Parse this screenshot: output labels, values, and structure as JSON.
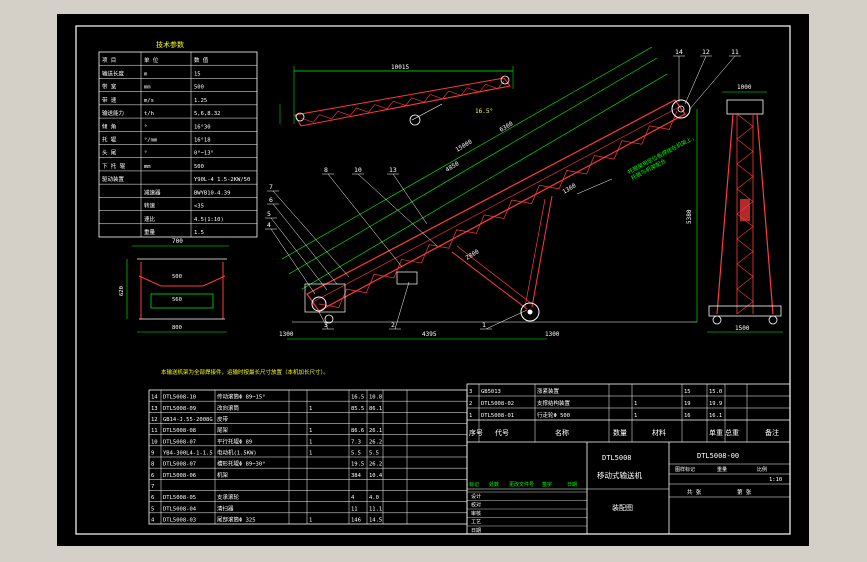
{
  "drawing": {
    "params_title": "技术参数",
    "params_rows": [
      [
        "项 目",
        "单 位",
        "数 值"
      ],
      [
        "输送长度",
        "m",
        "15"
      ],
      [
        "带 宽",
        "mm",
        "500"
      ],
      [
        "带 速",
        "m/s",
        "1.25"
      ],
      [
        "输送能力",
        "t/h",
        "5,6,8.32"
      ],
      [
        "倾 角",
        "°",
        "16°30"
      ],
      [
        "托 辊",
        "°/mm",
        "16°18"
      ],
      [
        "头 尾",
        "°",
        "0°~13°"
      ],
      [
        "下 托 辊",
        "mm",
        "500"
      ],
      [
        "驱动装置",
        "",
        "Y90L-4 1.5-2KW/50"
      ],
      [
        "",
        "减速器",
        "BWYB10-4.39"
      ],
      [
        "",
        "转速",
        "<35"
      ],
      [
        "",
        "速比",
        "4.5(1:10)"
      ],
      [
        "",
        "重量",
        "1.5"
      ]
    ],
    "note": "本输送机架为全部焊接件，运输时按最长尺寸放置（本机加长尺寸）。",
    "callout_text": "托辊架用定位板焊接在机架上，\n托辊与机架配合",
    "part_numbers": [
      "1",
      "2",
      "3",
      "4",
      "5",
      "6",
      "7",
      "8",
      "10",
      "11",
      "12",
      "13",
      "14"
    ],
    "dimensions": {
      "top_length": "10015",
      "top_angle": "16.5°",
      "main_length": "15000",
      "length_b": "6360",
      "length_c": "4850",
      "length_d": "1360",
      "length_e": "2800",
      "length_f": "4395",
      "length_g": "1300",
      "left_h": "1300",
      "right_h": "1300",
      "height_main": "5380",
      "side_width": "1000",
      "side_base": "1500",
      "cs_width": "700",
      "cs_inner": "560",
      "cs_height": "620",
      "cs_base": "800",
      "cs_top": "500"
    },
    "bom": {
      "rows": [
        [
          "14",
          "DTL5008-10",
          "传动滚筒Φ 89~15°",
          "",
          "",
          "16.5",
          "10.8",
          "",
          ""
        ],
        [
          "13",
          "DTL5008-09",
          "改向滚筒",
          "",
          "1",
          "85.5",
          "86.1",
          "",
          ""
        ],
        [
          "12",
          "GB14-J.55-2008G",
          "皮带",
          "",
          "",
          "",
          "",
          "",
          ""
        ],
        [
          "11",
          "DTL5008-08",
          "尾架",
          "",
          "1",
          "86.6",
          "26.1",
          "",
          ""
        ],
        [
          "10",
          "DTL5008-07",
          "平行托辊Φ 89",
          "",
          "1",
          "7.3",
          "26.2",
          "",
          ""
        ],
        [
          "9",
          "YB4-300L4-1-1.5",
          "电动机(1.5KW)",
          "",
          "1",
          "5.5",
          "5.5",
          "",
          ""
        ],
        [
          "8",
          "DTL5008-07",
          "槽形托辊Φ 89~30°",
          "",
          "",
          "19.5",
          "26.2",
          "",
          ""
        ],
        [
          "6",
          "DTL5008-06",
          "机架",
          "",
          "",
          "384",
          "10.4",
          "",
          ""
        ],
        [
          "7",
          "",
          "",
          "",
          "",
          "",
          "",
          "",
          ""
        ],
        [
          "6",
          "DTL5008-05",
          "支承滚轮",
          "",
          "",
          "4",
          "4.0",
          "",
          ""
        ],
        [
          "5",
          "DTL5008-04",
          "清扫器",
          "",
          "",
          "11",
          "11.1",
          "",
          ""
        ],
        [
          "4",
          "DTL5008-03",
          "尾部滚筒Φ 325",
          "",
          "1",
          "146",
          "14.5",
          "",
          ""
        ]
      ],
      "header": [
        "序号",
        "代号",
        "名称",
        "数量",
        "材料",
        "单重",
        "总重",
        "备注"
      ],
      "top_rows": [
        [
          "3",
          "GB5013",
          "涨紧装置",
          "",
          "",
          "15",
          "15.0",
          ""
        ],
        [
          "2",
          "DTL5008-02",
          "支撑结构装置",
          "",
          "1",
          "19",
          "19.9",
          ""
        ],
        [
          "1",
          "DTL5008-01",
          "行走轮Φ 500",
          "",
          "1",
          "16",
          "16.1",
          ""
        ]
      ]
    },
    "title_block": {
      "code_left": "DTL5008",
      "name": "移动式输送机",
      "code_right": "DTL5008-00",
      "drawing_type": "装配图",
      "scale": "1:10",
      "labels_row": [
        "图样标记",
        "重量",
        "比例"
      ],
      "rows": [
        "标记",
        "处数",
        "更改文件号",
        "签字",
        "日期"
      ],
      "roles": [
        "设计",
        "校对",
        "审核",
        "工艺",
        "日期"
      ],
      "sheet_info": [
        "共 张",
        "第 张"
      ]
    }
  },
  "colors": {
    "background": "#000000",
    "line_white": "#ffffff",
    "line_green": "#00ff00",
    "line_red": "#ff3b3b",
    "line_yellow": "#ffff00",
    "frame_grey": "#d4d0c8"
  }
}
